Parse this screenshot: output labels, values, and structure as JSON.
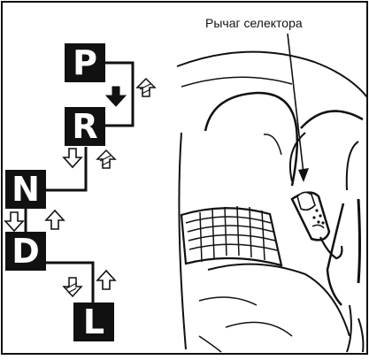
{
  "figure": {
    "callout_label": "Рычаг селектора",
    "shift_pattern": {
      "gears": [
        {
          "id": "P",
          "label": "P"
        },
        {
          "id": "R",
          "label": "R"
        },
        {
          "id": "N",
          "label": "N"
        },
        {
          "id": "D",
          "label": "D"
        },
        {
          "id": "L",
          "label": "L"
        }
      ]
    }
  }
}
